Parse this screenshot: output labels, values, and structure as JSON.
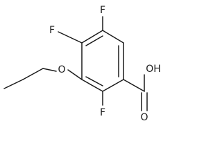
{
  "molecule": {
    "atoms": [
      {
        "id": "F_top",
        "label": "F"
      },
      {
        "id": "F_left",
        "label": "F"
      },
      {
        "id": "O_ether",
        "label": "O"
      },
      {
        "id": "F_bottom",
        "label": "F"
      },
      {
        "id": "OH",
        "label": "OH"
      },
      {
        "id": "O_carbonyl",
        "label": "O"
      }
    ]
  },
  "colors": {
    "bond": "#1a1a1a",
    "label": "#1a1a1a",
    "background": "#ffffff"
  }
}
